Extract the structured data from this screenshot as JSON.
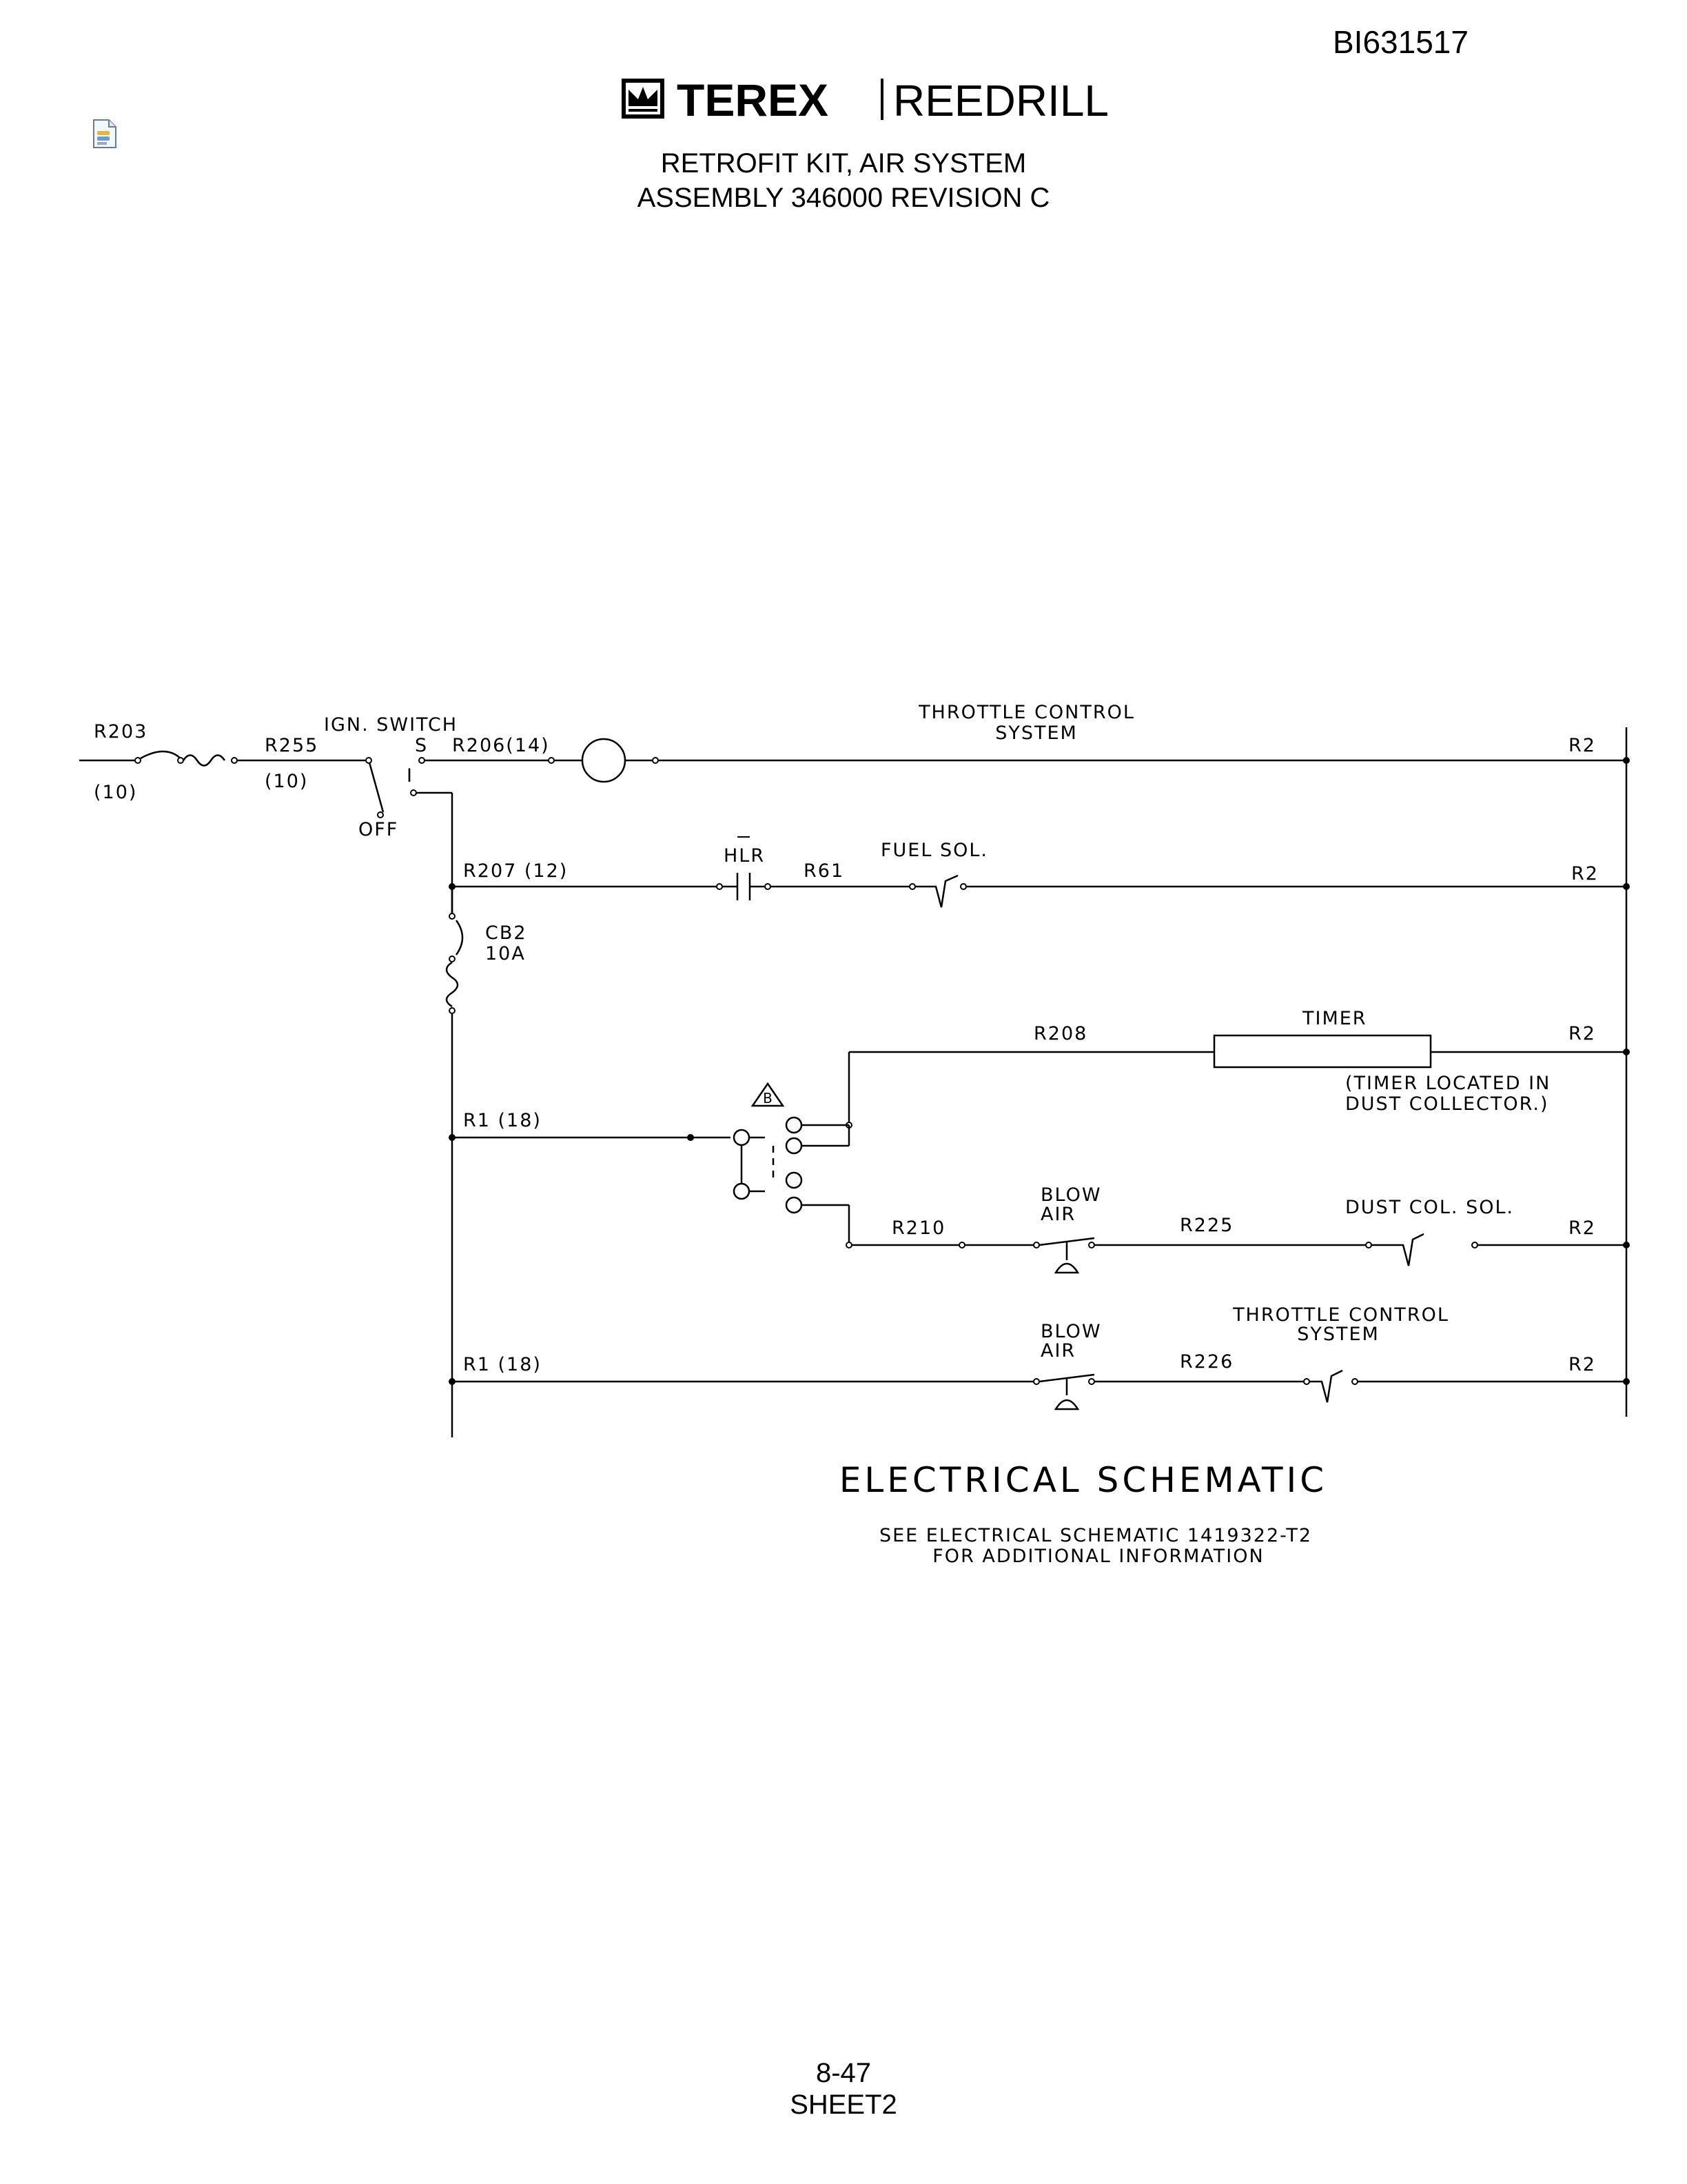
{
  "document_id": "BI631517",
  "brand": {
    "name_bold": "TEREX",
    "name_light": "REEDRILL"
  },
  "header": {
    "line1": "RETROFIT KIT, AIR SYSTEM",
    "line2": "ASSEMBLY 346000 REVISION C"
  },
  "icons": {
    "attachment": "document-attachment-icon",
    "logo_mark": "terex-crown-icon"
  },
  "schematic": {
    "wires": {
      "r203": "R203",
      "r203_gauge": "(10)",
      "r255": "R255",
      "r255_gauge": "(10)",
      "r206": "R206(14)",
      "r207": "R207 (12)",
      "r61": "R61",
      "r208": "R208",
      "r1_a": "R1 (18)",
      "r1_b": "R1 (18)",
      "r210": "R210",
      "r225": "R225",
      "r226": "R226",
      "r2_1": "R2",
      "r2_2": "R2",
      "r2_3": "R2",
      "r2_4": "R2",
      "r2_5": "R2"
    },
    "components": {
      "ign_switch": "IGN. SWITCH",
      "switch_s": "S",
      "switch_i": "I",
      "switch_off": "OFF",
      "throttle_line1": "THROTTLE CONTROL",
      "throttle_line2": "SYSTEM",
      "hlr": "HLR",
      "fuel_sol": "FUEL SOL.",
      "cb2": "CB2",
      "cb2_rating": "10A",
      "timer": "TIMER",
      "timer_note_line1": "(TIMER LOCATED IN",
      "timer_note_line2": "DUST COLLECTOR.)",
      "rev_flag": "B",
      "blow_air_1a": "BLOW",
      "blow_air_1b": "AIR",
      "blow_air_2a": "BLOW",
      "blow_air_2b": "AIR",
      "dust_col_sol": "DUST COL. SOL.",
      "throttle2_line1": "THROTTLE CONTROL",
      "throttle2_line2": "SYSTEM"
    },
    "title": "ELECTRICAL SCHEMATIC",
    "note_line1": "SEE ELECTRICAL SCHEMATIC 1419322-T2",
    "note_line2": "FOR ADDITIONAL INFORMATION"
  },
  "footer": {
    "page": "8-47",
    "sheet": "SHEET2"
  }
}
